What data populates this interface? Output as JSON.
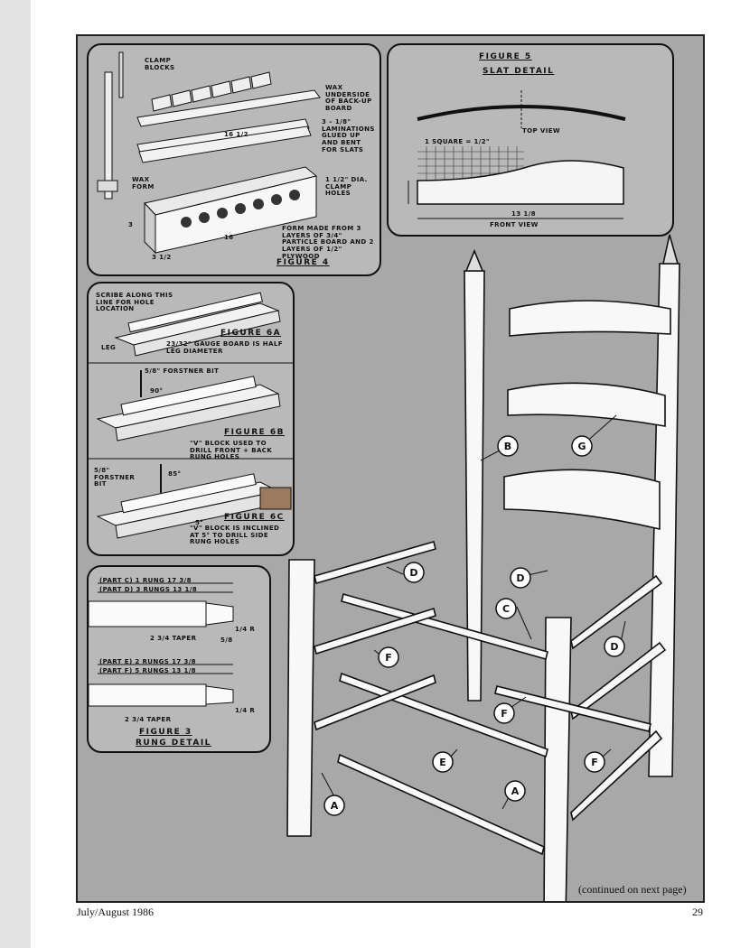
{
  "figure4": {
    "title": "FIGURE 4",
    "clamp_blocks": "CLAMP BLOCKS",
    "wax_backup": "WAX UNDERSIDE OF BACK-UP BOARD",
    "laminations": "3 – 1/8\" LAMINATIONS GLUED UP AND BENT FOR SLATS",
    "wax_form": "WAX FORM",
    "clamp_holes": "1 1/2\" DIA. CLAMP HOLES",
    "form_made": "FORM MADE FROM 3 LAYERS OF 3/4\" PARTICLE BOARD AND 2 LAYERS OF 1/2\" PLYWOOD",
    "dim_length": "16 1/2",
    "dim_16": "16",
    "dim_3": "3",
    "dim_3half": "3 1/2"
  },
  "figure5": {
    "title": "FIGURE 5",
    "subtitle": "SLAT DETAIL",
    "top_view": "TOP VIEW",
    "square": "1 SQUARE = 1/2\"",
    "front_view": "FRONT VIEW",
    "dim_width": "13 1/8"
  },
  "figure6a": {
    "title": "FIGURE 6A",
    "scribe": "SCRIBE ALONG THIS LINE FOR HOLE LOCATION",
    "leg": "LEG",
    "gauge": "23/32\" GAUGE BOARD IS HALF LEG DIAMETER"
  },
  "figure6b": {
    "title": "FIGURE 6B",
    "forstner": "5/8\" FORSTNER BIT",
    "angle": "90°",
    "vblock": "\"V\" BLOCK USED TO DRILL FRONT + BACK RUNG HOLES"
  },
  "figure6c": {
    "title": "FIGURE 6C",
    "forstner": "5/8\" FORSTNER BIT",
    "angle": "85°",
    "angle5": "5°",
    "vblock": "\"V\" BLOCK IS INCLINED AT 5° TO DRILL SIDE RUNG HOLES"
  },
  "figure3": {
    "title": "FIGURE 3",
    "subtitle": "RUNG DETAIL",
    "part_c": "(PART C) 1 RUNG 17 3/8",
    "part_d": "(PART D) 3 RUNGS 13 1/8",
    "part_e": "(PART E) 2 RUNGS 17 3/8",
    "part_f": "(PART F) 5 RUNGS 13 1/8",
    "taper": "2 3/4 TAPER",
    "radius": "1/4 R",
    "size": "5/8"
  },
  "chair_labels": [
    "A",
    "A",
    "B",
    "C",
    "D",
    "D",
    "D",
    "E",
    "F",
    "F",
    "F",
    "G"
  ],
  "page": {
    "continued": "(continued on next page)",
    "issue": "July/August 1986",
    "number": "29"
  }
}
